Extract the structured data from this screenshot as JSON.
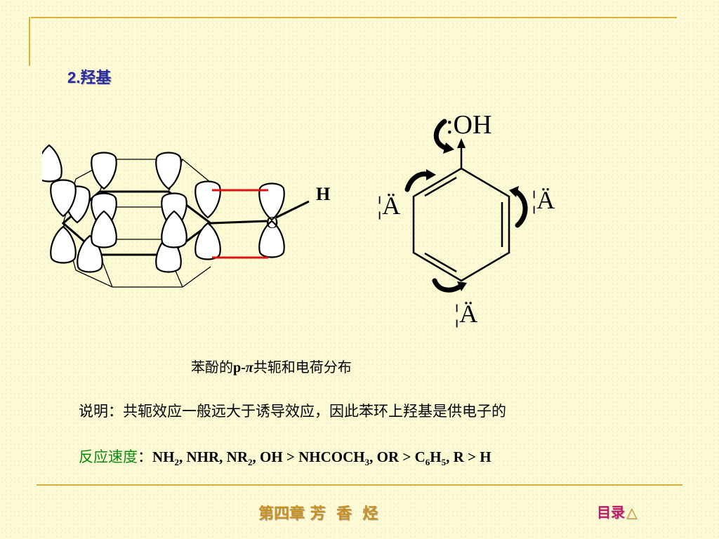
{
  "section": {
    "title": "2.羟基"
  },
  "orbital": {
    "h_label": "H",
    "o_label": "O"
  },
  "resonance": {
    "oh_label": ":OH",
    "ortho_left": "¦Ä",
    "ortho_right": "¦Ä",
    "para": "¦Ä"
  },
  "caption": {
    "prefix": "苯酚的",
    "bold": "p-",
    "pi": "π",
    "suffix": "共轭和电荷分布"
  },
  "explanation": {
    "text": "说明：共轭效应一般远大于诱导效应，因此苯环上羟基是供电子的"
  },
  "reactivity": {
    "label": "反应速度",
    "colon": "：",
    "order": {
      "p1": "NH",
      "s1": "2",
      "p2": ", NHR, NR",
      "s2": "2",
      "p3": ", OH > NHCOCH",
      "s3": "3",
      "p4": ", OR > C",
      "s4": "6",
      "p5": "H",
      "s5": "5",
      "p6": ", R > H"
    }
  },
  "footer": {
    "chapter": "第四章 芳  香  烃",
    "toc": "目录",
    "toc_symbol": "△"
  },
  "colors": {
    "title": "#2a2a9c",
    "accent_green": "#0a8a12",
    "footer_gold": "#c8901e",
    "footer_pink": "#c01a60",
    "overlap_red": "#e01010",
    "frame": "#d9b13a"
  }
}
